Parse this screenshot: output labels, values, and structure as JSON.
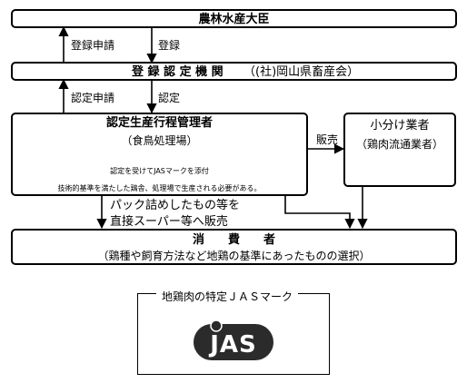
{
  "boxes": {
    "maff": {
      "title": "農林水産大臣"
    },
    "cert_org": {
      "title": "登 録 認 定 機 関",
      "subtitle": "（(社)岡山県畜産会）"
    },
    "producer": {
      "title": "認定生産行程管理者",
      "subtitle": "（食鳥処理場）",
      "note1": "認定を受けてJASマークを添付",
      "note2": "技術的基準を満たした鶏舎、処理場で生産される必要がある。"
    },
    "retailer": {
      "title": "小分け業者",
      "subtitle": "（鶏肉流通業者）"
    },
    "consumer": {
      "title": "消　　費　　者",
      "subtitle": "（鶏種や飼育方法など地鶏の基準にあったものの選択）"
    }
  },
  "arrows": {
    "reg_apply": "登録申請",
    "registration": "登録",
    "cert_apply": "認定申請",
    "certification": "認定",
    "sales": "販売",
    "direct_sales_line1": "パック詰めしたもの等を",
    "direct_sales_line2": "直接スーパー等へ販売"
  },
  "jas": {
    "caption": "地鶏肉の特定ＪＡＳマーク",
    "logo_text": "JAS"
  }
}
